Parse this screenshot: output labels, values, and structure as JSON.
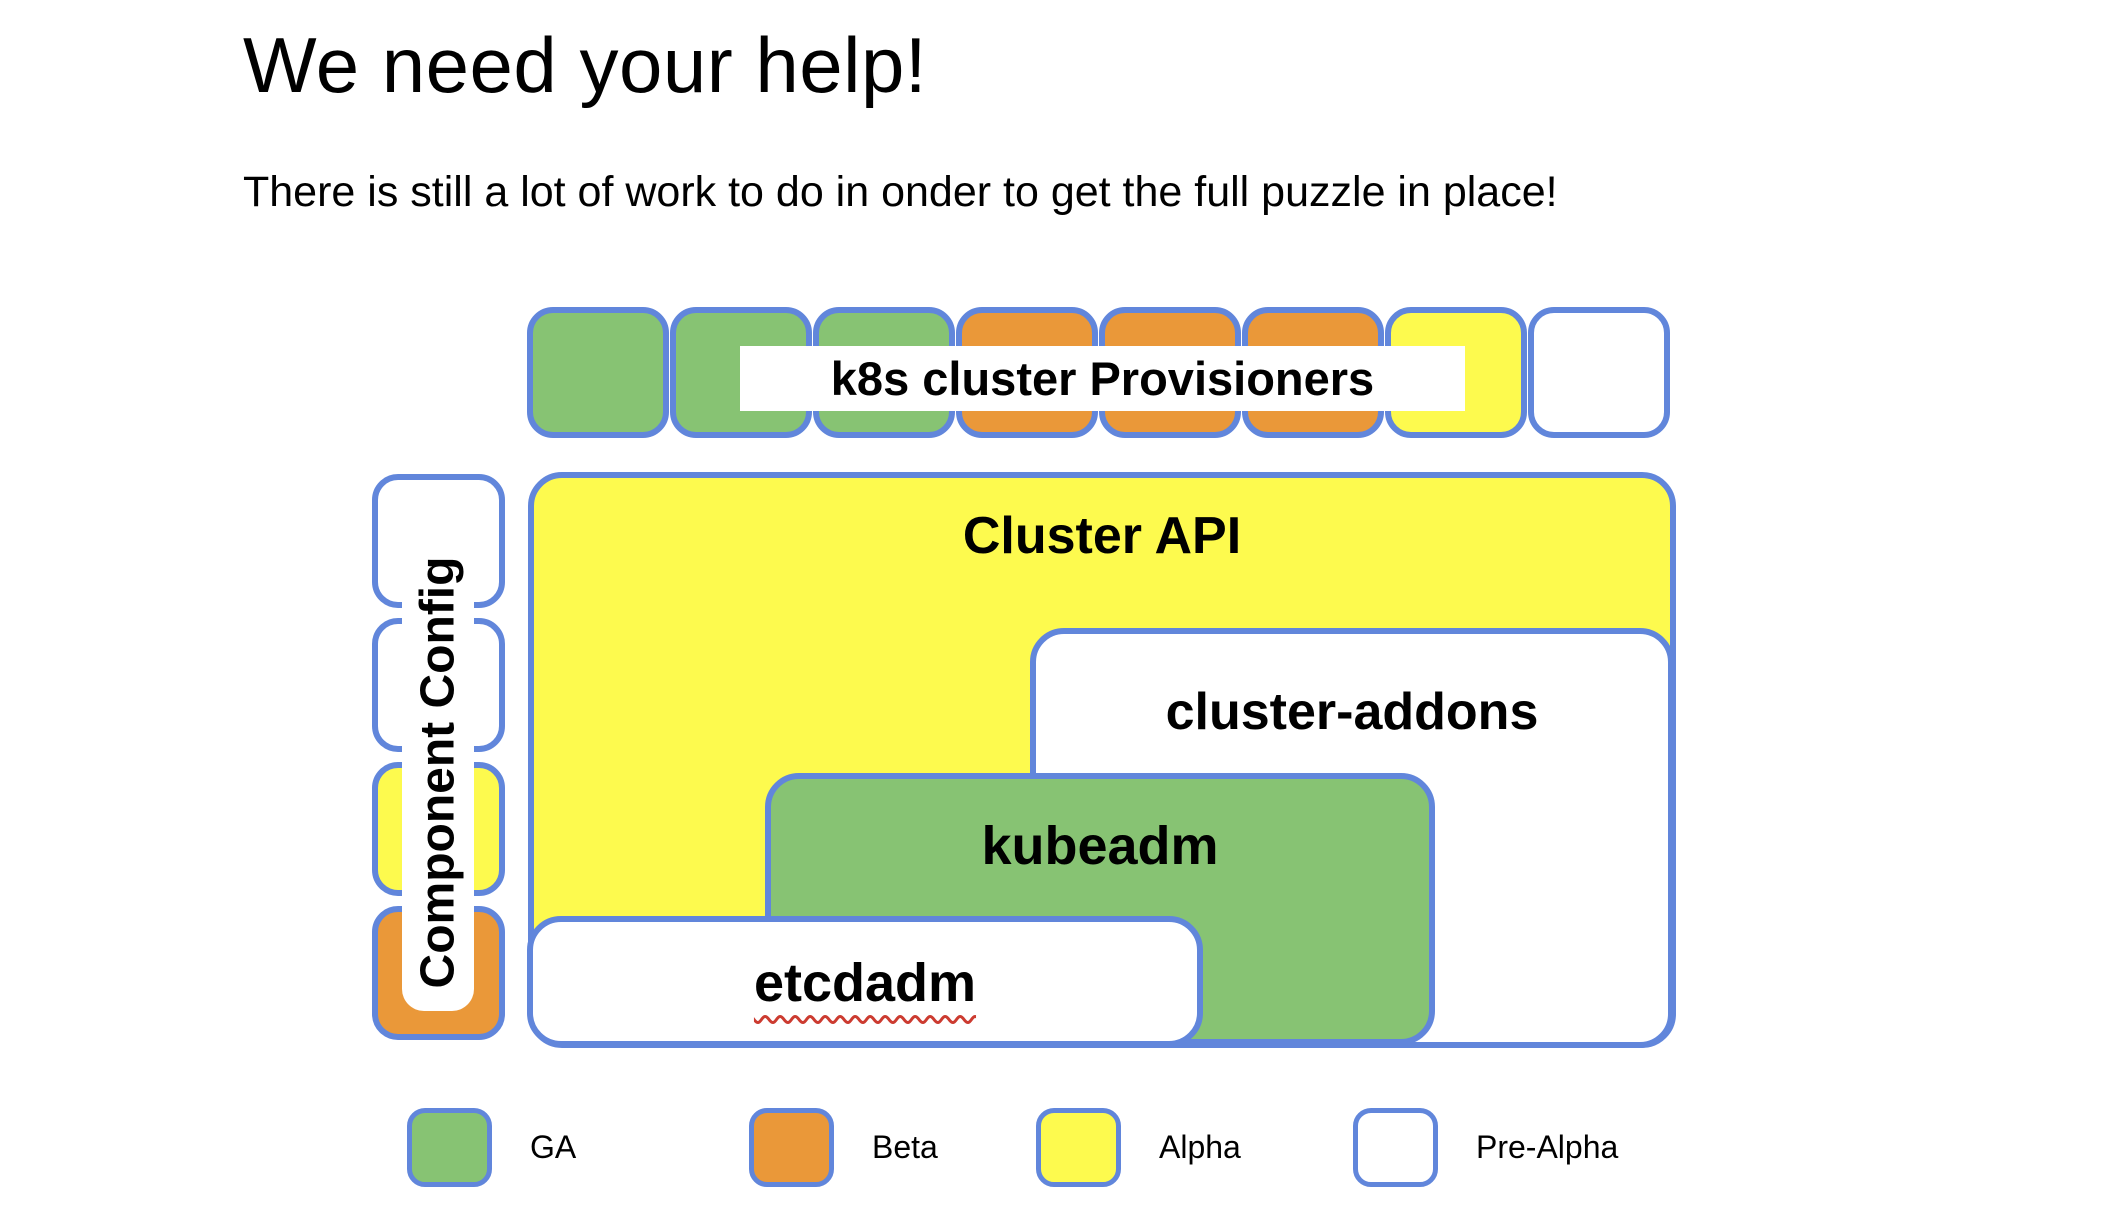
{
  "slide": {
    "title": "We need your help!",
    "subtitle": "There is still a lot of work to do in onder to get the full puzzle in place!"
  },
  "diagram": {
    "provisioners_row": {
      "label": "k8s cluster Provisioners",
      "squares": [
        "ga",
        "ga",
        "ga",
        "beta",
        "beta",
        "beta",
        "alpha",
        "pre_alpha"
      ]
    },
    "component_config": {
      "label": "Component Config",
      "squares": [
        "pre_alpha",
        "pre_alpha",
        "alpha",
        "beta"
      ]
    },
    "boxes": {
      "cluster_api": "Cluster API",
      "cluster_addons": "cluster-addons",
      "kubeadm": "kubeadm",
      "etcdadm": "etcdadm"
    }
  },
  "legend": {
    "items": [
      {
        "status": "ga",
        "label": "GA"
      },
      {
        "status": "beta",
        "label": "Beta"
      },
      {
        "status": "alpha",
        "label": "Alpha"
      },
      {
        "status": "pre_alpha",
        "label": "Pre-Alpha"
      }
    ]
  },
  "colors": {
    "ga": "#87c373",
    "beta": "#ea9839",
    "alpha": "#fdfa4e",
    "pre_alpha": "#ffffff",
    "border": "#6186db",
    "squiggle": "#cc3b30",
    "text": "#000000"
  }
}
